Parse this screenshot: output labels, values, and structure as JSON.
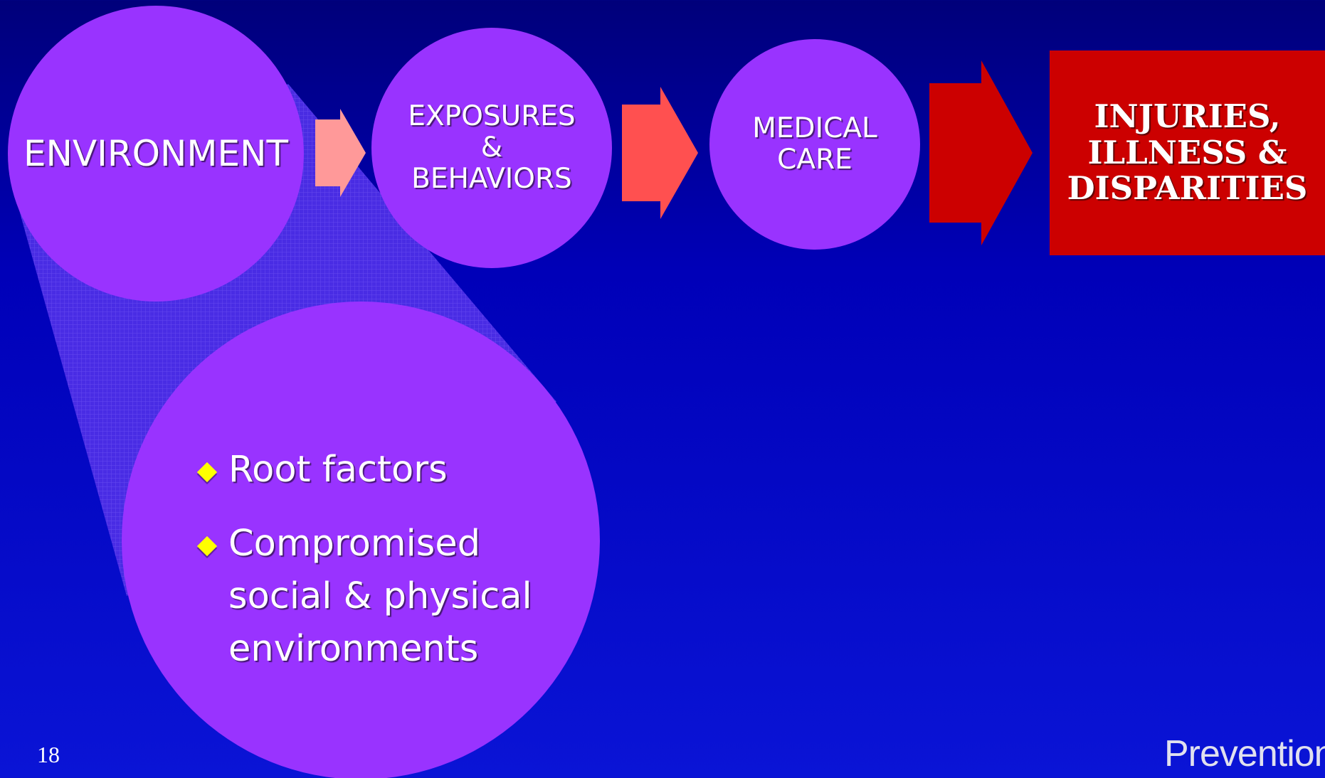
{
  "colors": {
    "background_top": "#00007a",
    "background_bottom": "#0a14d6",
    "circle": "#9933ff",
    "arrow_1": "#ff9999",
    "arrow_2": "#ff5050",
    "arrow_3": "#cc0000",
    "outcome_box": "#cc0000",
    "bullet": "#ffff00"
  },
  "flow": {
    "environment": "ENVIRONMENT",
    "exposures": "EXPOSURES\n&\nBEHAVIORS",
    "medical_care": "MEDICAL\nCARE",
    "outcome": "INJURIES,\nILLNESS &\nDISPARITIES"
  },
  "detail": {
    "bullet_icon": "yellow-diamond",
    "bullets": [
      "Root factors",
      "Compromised\nsocial & physical\nenvironments"
    ]
  },
  "footer": {
    "slide_number": "18",
    "logo_text": "Prevention"
  }
}
